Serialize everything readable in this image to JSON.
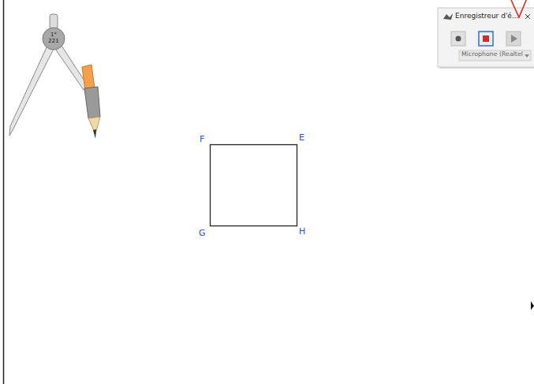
{
  "diagram": {
    "nodes": [
      {
        "text": [
          "1°",
          "221"
        ]
      },
      {
        "text": [
          "Enregistreur d'é...",
          "Microphone (Realtel"
        ]
      }
    ],
    "labels": [
      "F",
      "E",
      "G",
      "H"
    ]
  }
}
